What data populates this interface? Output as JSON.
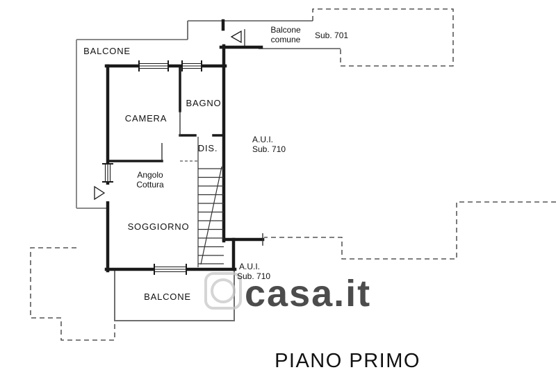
{
  "title": "PIANO PRIMO",
  "watermark": "casa.it",
  "rooms": {
    "balcone_top": "BALCONE",
    "camera": "CAMERA",
    "bagno": "BAGNO",
    "dis": "DIS.",
    "angolo_line1": "Angolo",
    "angolo_line2": "Cottura",
    "soggiorno": "SOGGIORNO",
    "balcone_bottom": "BALCONE"
  },
  "annotations": {
    "balcone_comune_line1": "Balcone",
    "balcone_comune_line2": "comune",
    "sub_701": "Sub. 701",
    "aui_upper_line1": "A.U.I.",
    "aui_upper_line2": "Sub. 710",
    "aui_lower_line1": "A.U.I.",
    "aui_lower_line2": "Sub. 710"
  },
  "colors": {
    "walls": "#1a1a1a",
    "thin_lines": "#555555",
    "balcony_outline": "#8a8a8a",
    "dashed_boundary": "#333333",
    "watermark": "#c7c7c7"
  }
}
